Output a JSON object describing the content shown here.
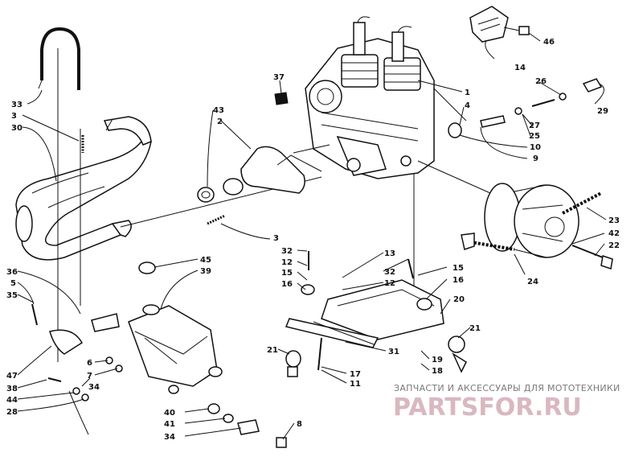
{
  "diagram": {
    "parts": {
      "p1": "1",
      "p2": "2",
      "p3a": "3",
      "p3b": "3",
      "p4": "4",
      "p5": "5",
      "p6": "6",
      "p7": "7",
      "p8": "8",
      "p9": "9",
      "p10": "10",
      "p11": "11",
      "p12a": "12",
      "p12b": "12",
      "p13": "13",
      "p14": "14",
      "p15a": "15",
      "p15b": "15",
      "p16a": "16",
      "p16b": "16",
      "p17": "17",
      "p18": "18",
      "p19": "19",
      "p20": "20",
      "p21a": "21",
      "p21b": "21",
      "p22": "22",
      "p23": "23",
      "p24": "24",
      "p25": "25",
      "p26": "26",
      "p27": "27",
      "p28": "28",
      "p29": "29",
      "p30": "30",
      "p31": "31",
      "p32a": "32",
      "p32b": "32",
      "p33": "33",
      "p34a": "34",
      "p34b": "34",
      "p35": "35",
      "p36": "36",
      "p37": "37",
      "p38": "38",
      "p39": "39",
      "p40": "40",
      "p41": "41",
      "p42": "42",
      "p43": "43",
      "p44": "44",
      "p45": "45",
      "p46": "46",
      "p47": "47"
    }
  },
  "watermark": {
    "tagline": "ЗАПЧАСТИ И АКСЕССУАРЫ ДЛЯ МОТОТЕХНИКИ",
    "logo": "PARTSFOR.RU"
  }
}
